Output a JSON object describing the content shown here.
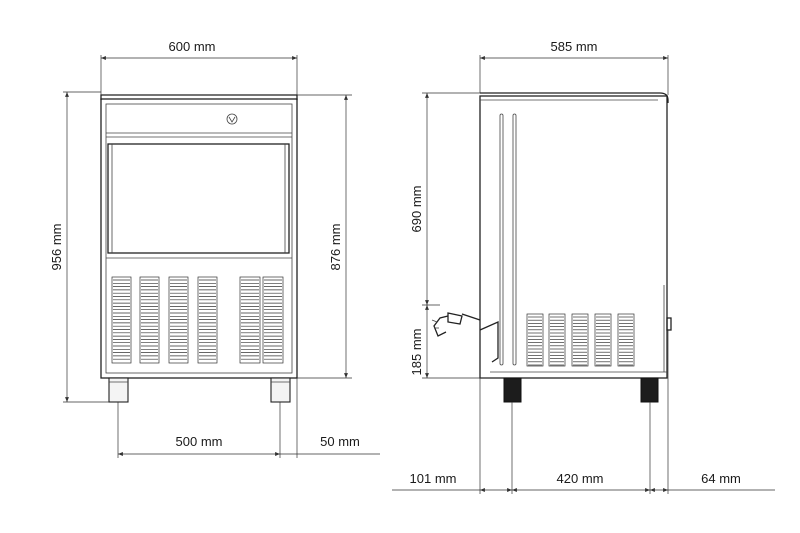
{
  "dimensions": {
    "front_width": "600 mm",
    "front_total_height": "956 mm",
    "front_body_height": "876 mm",
    "front_leg_spacing": "500 mm",
    "front_leg_offset": "50 mm",
    "side_depth": "585 mm",
    "side_upper_height": "690 mm",
    "side_lower_height": "185 mm",
    "side_rear_offset": "101 mm",
    "side_leg_spacing": "420 mm",
    "side_front_offset": "64 mm"
  },
  "colors": {
    "line": "#222222",
    "foot_dark": "#1c1c1c",
    "background": "#ffffff"
  },
  "icons": {
    "brand_logo": "logo-mark"
  }
}
